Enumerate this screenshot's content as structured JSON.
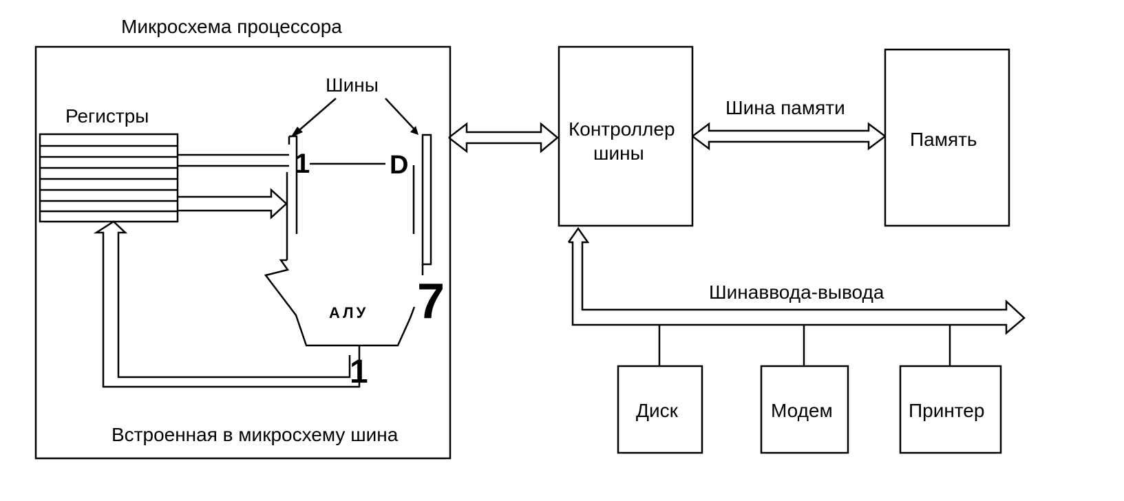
{
  "labels": {
    "chip_title": "Микросхема процессора",
    "buses": "Шины",
    "registers": "Регистры",
    "alu": "АЛУ",
    "onchip_bus": "Встроенная в микросхему шина",
    "bus_controller_line1": "Контроллер",
    "bus_controller_line2": "шины",
    "memory_bus": "Шина памяти",
    "memory": "Память",
    "io_bus": "Шинаввода-вывода",
    "disk": "Диск",
    "modem": "Модем",
    "printer": "Принтер"
  },
  "marks": {
    "mark_1_top": "1",
    "mark_d": "D",
    "mark_7": "7",
    "mark_1_bottom": "1"
  }
}
